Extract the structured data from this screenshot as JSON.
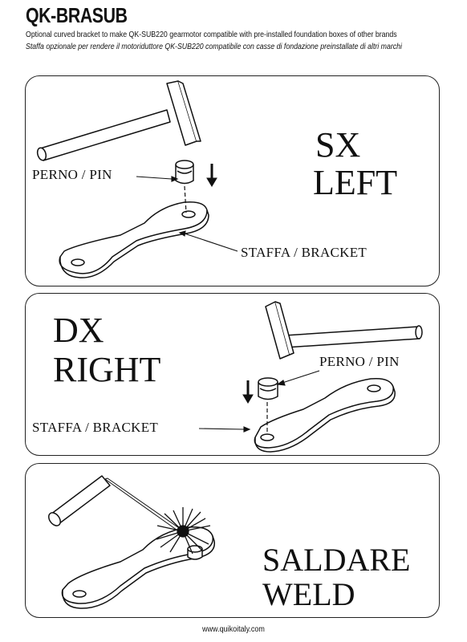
{
  "header": {
    "title": "QK-BRASUB",
    "subtitle_en": "Optional curved bracket to make QK-SUB220 gearmotor compatible with pre-installed foundation boxes of other brands",
    "subtitle_it": "Staffa opzionale per rendere il motoriduttore QK-SUB220 compatibile con casse di fondazione preinstallate di altri marchi"
  },
  "panels": {
    "left": {
      "side_it": "SX",
      "side_en": "LEFT",
      "pin_label": "PERNO / PIN",
      "bracket_label": "STAFFA / BRACKET"
    },
    "right": {
      "side_it": "DX",
      "side_en": "RIGHT",
      "pin_label": "PERNO / PIN",
      "bracket_label": "STAFFA / BRACKET"
    },
    "weld": {
      "action_it": "SALDARE",
      "action_en": "WELD"
    }
  },
  "footer": {
    "url": "www.quikoitaly.com"
  },
  "icons": [
    "hammer-icon",
    "pin-icon",
    "down-arrow-icon",
    "bracket-icon",
    "welding-rod-icon",
    "weld-spark-icon"
  ]
}
